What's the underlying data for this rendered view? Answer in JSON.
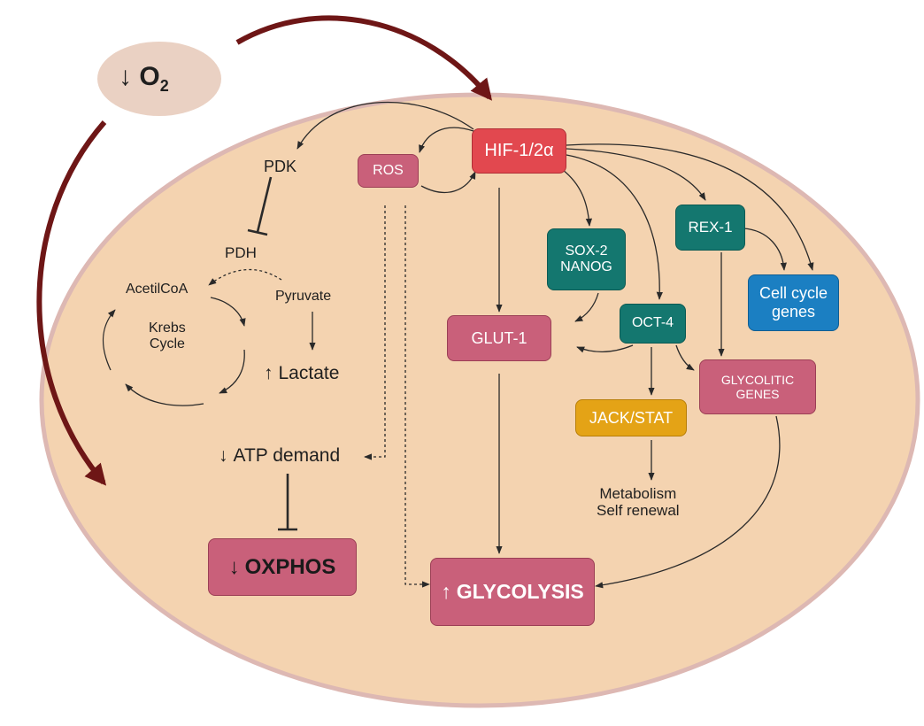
{
  "oxygen": {
    "arrow": "↓",
    "symbol": "O",
    "subscript": "2"
  },
  "left": {
    "pdk": "PDK",
    "pdh": "PDH",
    "acetil": "AcetilCoA",
    "krebs": "Krebs\nCycle",
    "pyruvate": "Pyruvate",
    "lactate": {
      "arrow": "↑",
      "text": "Lactate"
    },
    "atp": {
      "arrow": "↓",
      "text": "ATP demand"
    },
    "oxphos": {
      "arrow": "↓",
      "text": "OXPHOS"
    }
  },
  "nodes": {
    "ros": "ROS",
    "hif": "HIF-1/2α",
    "sox": "SOX-2\nNANOG",
    "rex": "REX-1",
    "cellcycle": "Cell cycle\ngenes",
    "glut": "GLUT-1",
    "oct": "OCT-4",
    "glycolitic": "GLYCOLITIC\nGENES",
    "jack": "JACK/STAT",
    "metabolism": "Metabolism\nSelf renewal",
    "glycolysis": {
      "arrow": "↑",
      "text": "GLYCOLYSIS"
    }
  },
  "colors": {
    "cell_fill": "#f4d3b0",
    "cell_border": "#ddb8b3",
    "o2_bubble": "#ead1c3",
    "big_arrow": "#6e1616",
    "pink_box": "#c9607a",
    "red_box": "#e2484f",
    "teal_box": "#14776f",
    "blue_box": "#1b7fc2",
    "gold_box": "#e4a316"
  }
}
